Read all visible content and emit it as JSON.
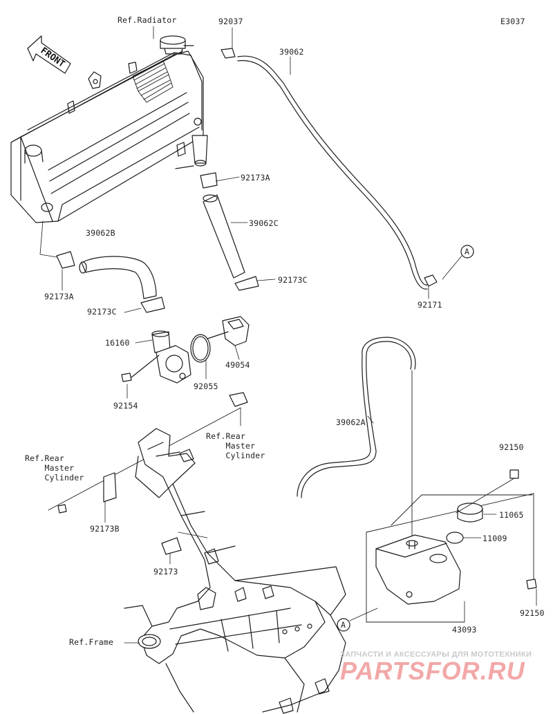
{
  "diagram_code": "E3037",
  "front_label": "FRONT",
  "callout_letter": "A",
  "labels": {
    "ref_radiator": "Ref.Radiator",
    "p92037": "92037",
    "p39062": "39062",
    "p92173A_top": "92173A",
    "p39062C": "39062C",
    "p92173C_right": "92173C",
    "p92171": "92171",
    "p39062B": "39062B",
    "p92173A_left": "92173A",
    "p92173C_left": "92173C",
    "p16160": "16160",
    "p92154": "92154",
    "p92055": "92055",
    "p49054": "49054",
    "ref_rear_mc_right": "Ref.Rear\n    Master\n    Cylinder",
    "ref_rear_mc_left": "Ref.Rear\n    Master\n    Cylinder",
    "p92173B": "92173B",
    "p92173": "92173",
    "p39062A": "39062A",
    "p92150_top": "92150",
    "p11065": "11065",
    "p11009": "11009",
    "p92150_right": "92150",
    "p43093": "43093",
    "ref_frame": "Ref.Frame"
  },
  "watermark": {
    "tagline": "ЗАПЧАСТИ И АКСЕССУАРЫ ДЛЯ МОТОТЕХНИКИ",
    "brand": "PARTSFOR.RU"
  }
}
